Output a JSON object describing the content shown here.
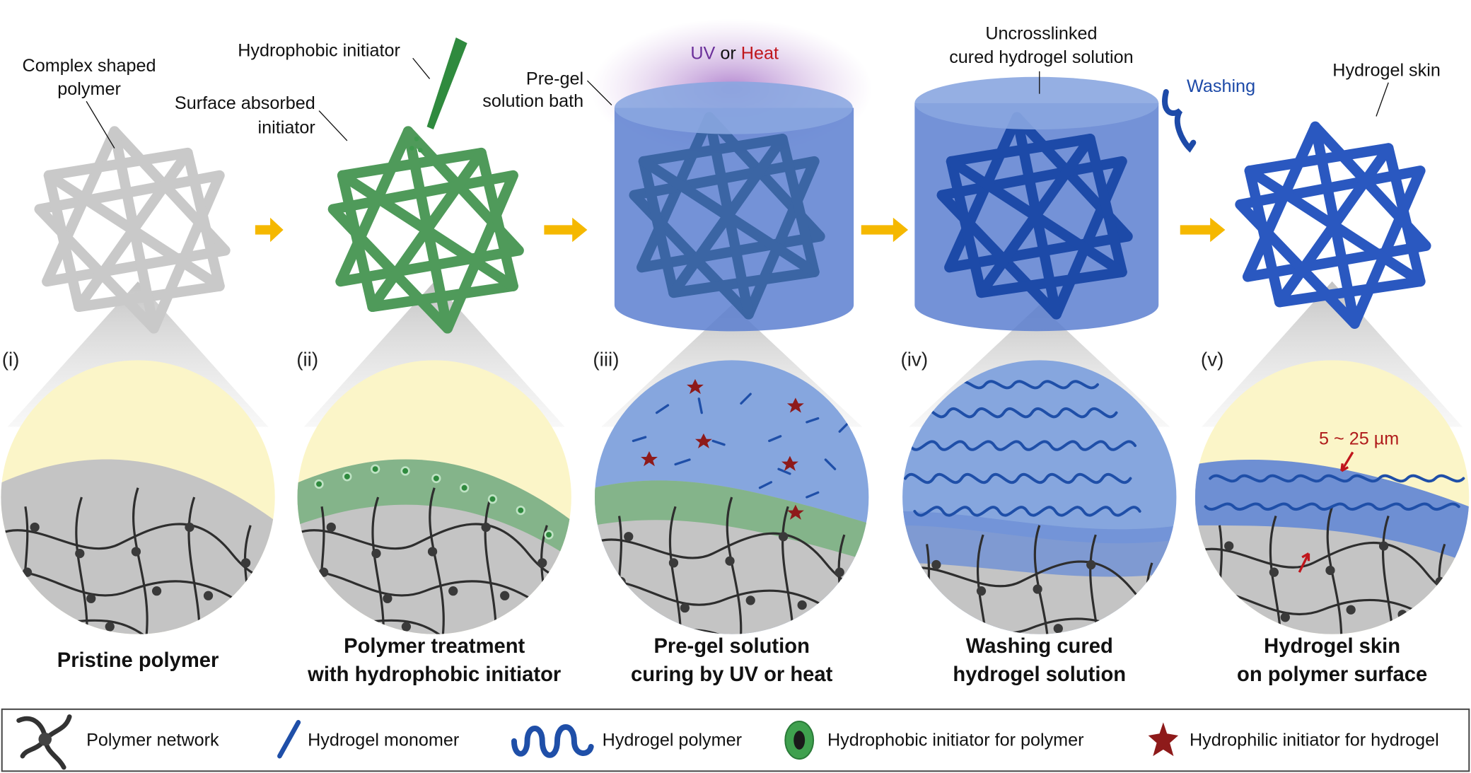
{
  "annotations": {
    "complex_shaped_polymer": [
      "Complex shaped",
      "polymer"
    ],
    "hydrophobic_initiator": "Hydrophobic initiator",
    "surface_absorbed_initiator": [
      "Surface absorbed",
      "initiator"
    ],
    "pregel_bath": [
      "Pre-gel",
      "solution bath"
    ],
    "uv": "UV",
    "or": "or",
    "heat": "Heat",
    "uncrosslinked": [
      "Uncrosslinked",
      "cured hydrogel solution"
    ],
    "washing": "Washing",
    "hydrogel_skin": "Hydrogel skin",
    "thickness": "5 ~ 25 µm"
  },
  "steps": [
    {
      "numeral": "(i)",
      "title": [
        "Pristine polymer"
      ]
    },
    {
      "numeral": "(ii)",
      "title": [
        "Polymer treatment",
        "with hydrophobic initiator"
      ]
    },
    {
      "numeral": "(iii)",
      "title": [
        "Pre-gel solution",
        "curing by UV or heat"
      ]
    },
    {
      "numeral": "(iv)",
      "title": [
        "Washing cured",
        "hydrogel solution"
      ]
    },
    {
      "numeral": "(v)",
      "title": [
        "Hydrogel skin",
        "on polymer surface"
      ]
    }
  ],
  "legend": [
    {
      "icon": "polymer-network-icon",
      "label": "Polymer network"
    },
    {
      "icon": "hydrogel-monomer-icon",
      "label": "Hydrogel monomer"
    },
    {
      "icon": "hydrogel-polymer-icon",
      "label": "Hydrogel polymer"
    },
    {
      "icon": "hydrophobic-initiator-icon",
      "label": "Hydrophobic initiator for polymer"
    },
    {
      "icon": "hydrophilic-initiator-icon",
      "label": "Hydrophilic initiator for hydrogel"
    }
  ],
  "colors": {
    "pristine": "#c9c9c9",
    "treated": "#4f9a5a",
    "hydrogel": "#2a58b0",
    "arrow": "#f5b800",
    "uv": "#6a2f9a",
    "heat": "#c0161c",
    "red_initiator": "#8e1a1a"
  }
}
